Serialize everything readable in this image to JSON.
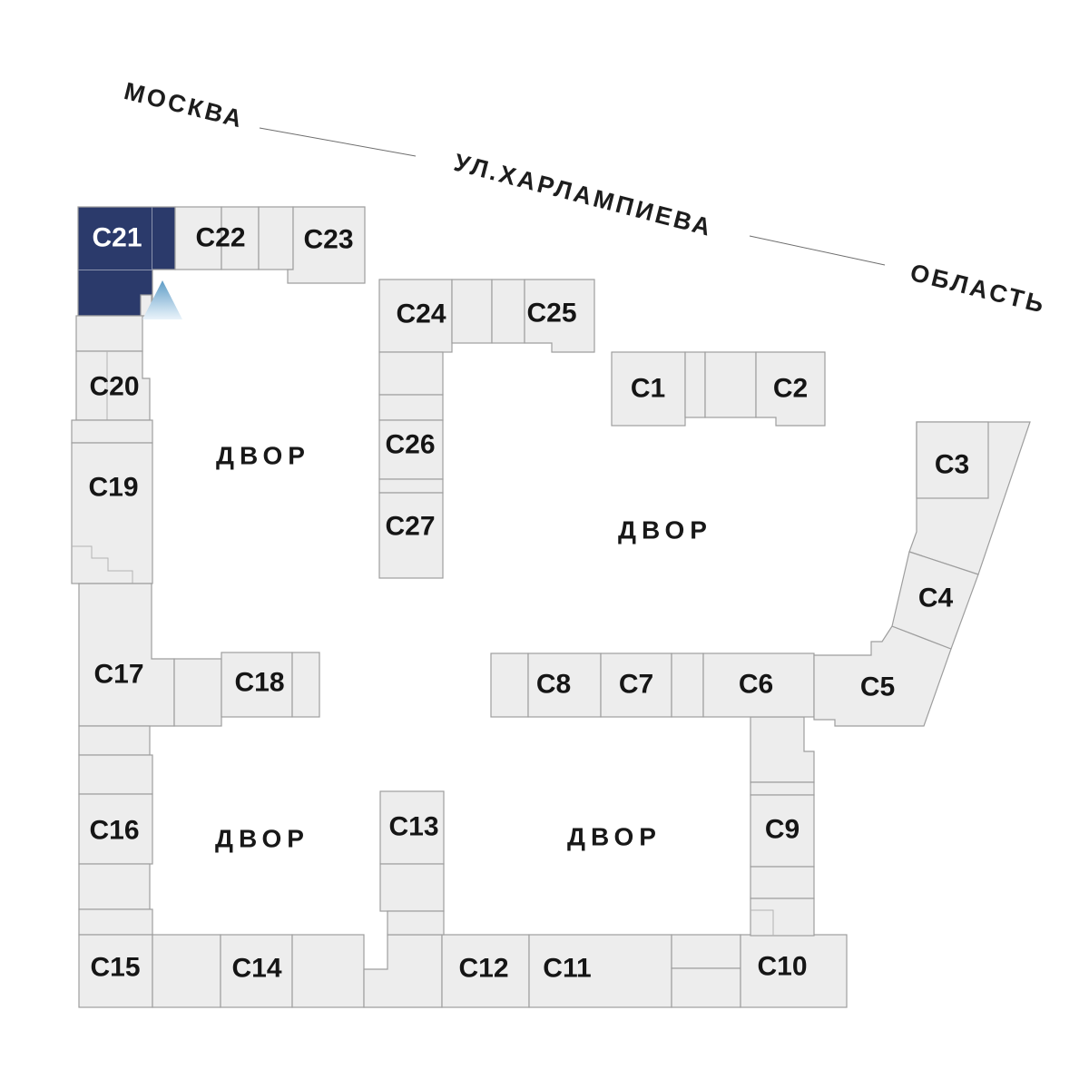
{
  "street": {
    "left_label": "МОСКВА",
    "street_name": "УЛ.ХАРЛАМПИЕВА",
    "right_label": "ОБЛАСТЬ"
  },
  "courtyard": {
    "label": "ДВОР"
  },
  "selected_block": "С21",
  "blocks": [
    {
      "id": "c1",
      "label": "С1",
      "selected": false
    },
    {
      "id": "c2",
      "label": "С2",
      "selected": false
    },
    {
      "id": "c3",
      "label": "С3",
      "selected": false
    },
    {
      "id": "c4",
      "label": "С4",
      "selected": false
    },
    {
      "id": "c5",
      "label": "С5",
      "selected": false
    },
    {
      "id": "c6",
      "label": "С6",
      "selected": false
    },
    {
      "id": "c7",
      "label": "С7",
      "selected": false
    },
    {
      "id": "c8",
      "label": "С8",
      "selected": false
    },
    {
      "id": "c9",
      "label": "С9",
      "selected": false
    },
    {
      "id": "c10",
      "label": "С10",
      "selected": false
    },
    {
      "id": "c11",
      "label": "С11",
      "selected": false
    },
    {
      "id": "c12",
      "label": "С12",
      "selected": false
    },
    {
      "id": "c13",
      "label": "С13",
      "selected": false
    },
    {
      "id": "c14",
      "label": "С14",
      "selected": false
    },
    {
      "id": "c15",
      "label": "С15",
      "selected": false
    },
    {
      "id": "c16",
      "label": "С16",
      "selected": false
    },
    {
      "id": "c17",
      "label": "С17",
      "selected": false
    },
    {
      "id": "c18",
      "label": "С18",
      "selected": false
    },
    {
      "id": "c19",
      "label": "С19",
      "selected": false
    },
    {
      "id": "c20",
      "label": "С20",
      "selected": false
    },
    {
      "id": "c21",
      "label": "С21",
      "selected": true
    },
    {
      "id": "c22",
      "label": "С22",
      "selected": false
    },
    {
      "id": "c23",
      "label": "С23",
      "selected": false
    },
    {
      "id": "c24",
      "label": "С24",
      "selected": false
    },
    {
      "id": "c25",
      "label": "С25",
      "selected": false
    },
    {
      "id": "c26",
      "label": "С26",
      "selected": false
    },
    {
      "id": "c27",
      "label": "С27",
      "selected": false
    }
  ],
  "colors": {
    "block_fill": "#ededed",
    "block_stroke": "#9e9e9e",
    "selected_fill": "#2b3a6b",
    "selected_text": "#ffffff",
    "label_color": "#151515",
    "marker_blue": "#5e9cc6",
    "street_line": "#6e6e6e"
  }
}
